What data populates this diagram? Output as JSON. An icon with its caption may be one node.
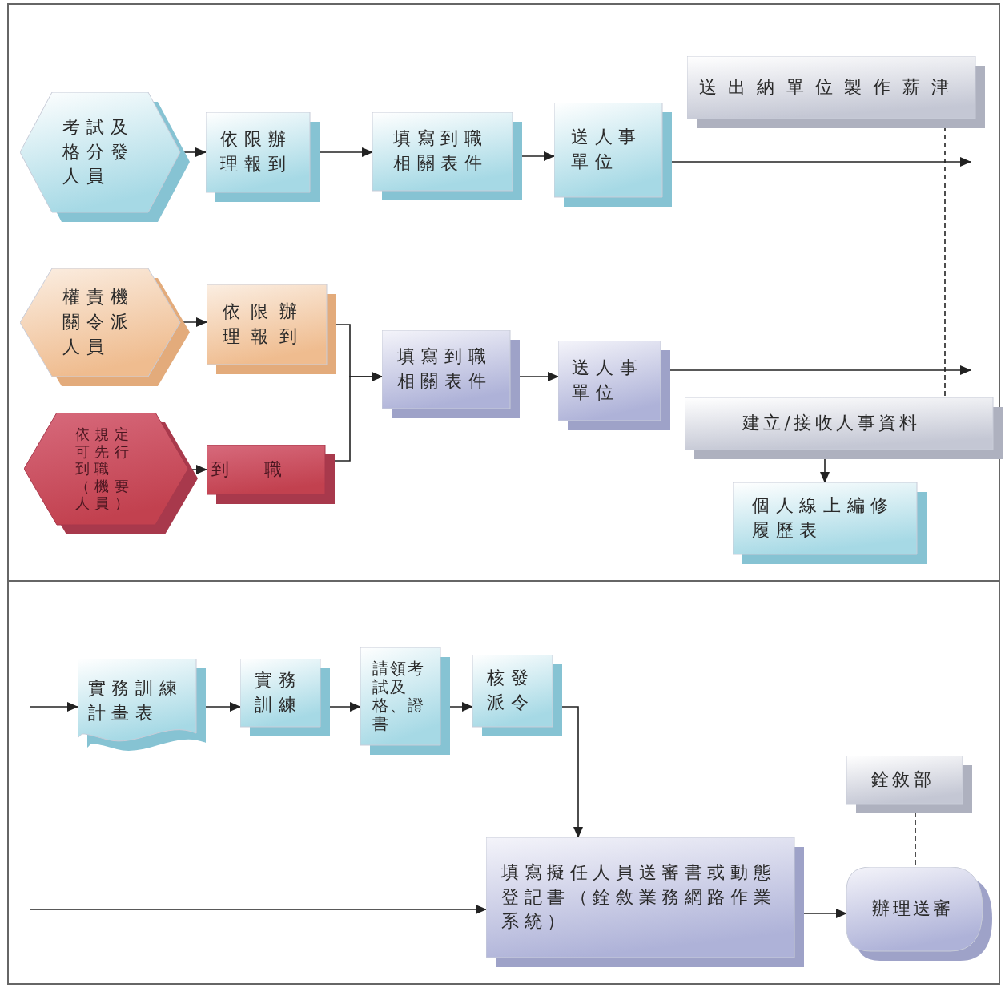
{
  "diagram": {
    "nodes": [
      {
        "text": [
          "考試及格分發人員"
        ]
      },
      {
        "text": [
          "依限辦理報到"
        ]
      },
      {
        "text": [
          "填寫到職相關表件"
        ]
      },
      {
        "text": [
          "送人事單位"
        ]
      },
      {
        "text": [
          "送出納單位製作薪津"
        ]
      },
      {
        "text": [
          "權責機關令派人員"
        ]
      },
      {
        "text": [
          "依限辦理報到"
        ]
      },
      {
        "text": [
          "依規定可先行到職（機要人員）"
        ]
      },
      {
        "text": [
          "到職"
        ]
      },
      {
        "text": [
          "填寫到職相關表件"
        ]
      },
      {
        "text": [
          "送人事單位"
        ]
      },
      {
        "text": [
          "建立/接收人事資料"
        ]
      },
      {
        "text": [
          "個人線上編修履歷表"
        ]
      },
      {
        "text": [
          "實務訓練計畫表"
        ]
      },
      {
        "text": [
          "實務訓練"
        ]
      },
      {
        "text": [
          "請領考試及格、證書"
        ]
      },
      {
        "text": [
          "核發派令"
        ]
      },
      {
        "text": [
          "填寫擬任人員送審書或動態登記書（銓敘業務網路作業系統）"
        ]
      },
      {
        "text": [
          "銓敘部"
        ]
      },
      {
        "text": [
          "辦理送審"
        ]
      }
    ],
    "edges": [
      {
        "from": 0,
        "to": 1,
        "arrow": "to"
      },
      {
        "from": 1,
        "to": 2,
        "arrow": "to"
      },
      {
        "from": 2,
        "to": 3,
        "arrow": "to"
      },
      {
        "from": 3,
        "to": null,
        "arrow": "to"
      },
      {
        "from": 4,
        "to": 11,
        "arrow": "none",
        "style": "dashed"
      },
      {
        "from": 5,
        "to": 6,
        "arrow": "to"
      },
      {
        "from": 6,
        "to": 9,
        "arrow": "to"
      },
      {
        "from": 7,
        "to": 8,
        "arrow": "to"
      },
      {
        "from": 8,
        "to": 9,
        "arrow": "to"
      },
      {
        "from": 9,
        "to": 10,
        "arrow": "to"
      },
      {
        "from": 10,
        "to": null,
        "arrow": "to"
      },
      {
        "from": 11,
        "to": 12,
        "arrow": "to"
      },
      {
        "from": null,
        "to": 13,
        "arrow": "to"
      },
      {
        "from": 13,
        "to": 14,
        "arrow": "to"
      },
      {
        "from": 14,
        "to": 15,
        "arrow": "to"
      },
      {
        "from": 15,
        "to": 16,
        "arrow": "to"
      },
      {
        "from": 16,
        "to": 17,
        "arrow": "to"
      },
      {
        "from": null,
        "to": 17,
        "arrow": "to"
      },
      {
        "from": 17,
        "to": 19,
        "arrow": "to"
      },
      {
        "from": 18,
        "to": 19,
        "arrow": "none",
        "style": "dashed"
      }
    ]
  }
}
